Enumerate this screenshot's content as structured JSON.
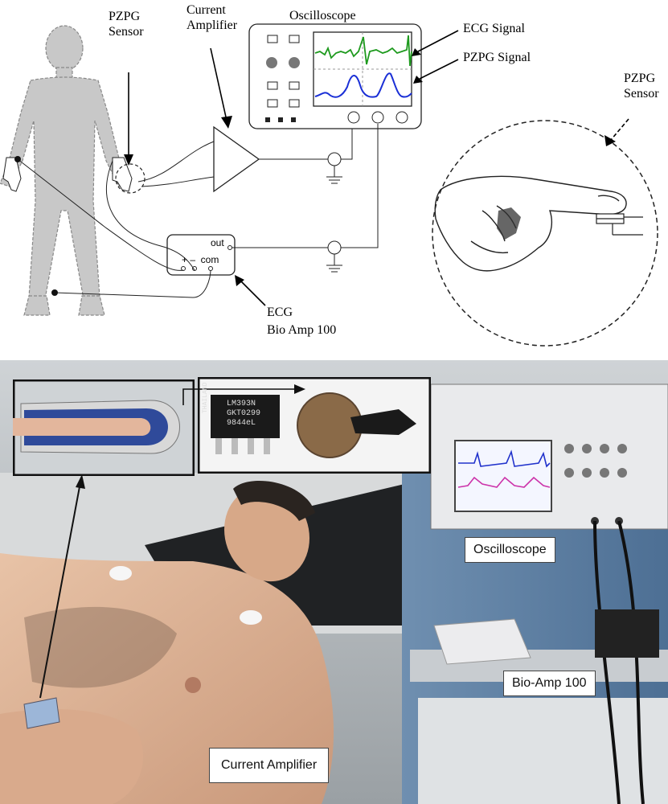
{
  "diagram": {
    "labels": {
      "pzpg_sensor_left": "PZPG\nSensor",
      "current_amplifier": "Current\nAmplifier",
      "oscilloscope": "Oscilloscope",
      "ecg_signal": "ECG Signal",
      "pzpg_signal": "PZPG Signal",
      "pzpg_sensor_right": "PZPG\nSensor",
      "ecg_bioamp": "ECG\nBio Amp 100",
      "amp_out": "out",
      "amp_inputs": "+ –  com"
    },
    "colors": {
      "ecg_trace": "#1e9a1e",
      "pzpg_trace": "#1a2fd6",
      "body": "#c8c8c8"
    }
  },
  "photo": {
    "callouts": {
      "oscilloscope": "Oscilloscope",
      "bioamp": "Bio-Amp 100",
      "current_amp": "Current Amplifier"
    },
    "chip_text": [
      "LM393N",
      "GKT0299",
      "9844eL"
    ],
    "chip_side_text": "THAILAND"
  }
}
